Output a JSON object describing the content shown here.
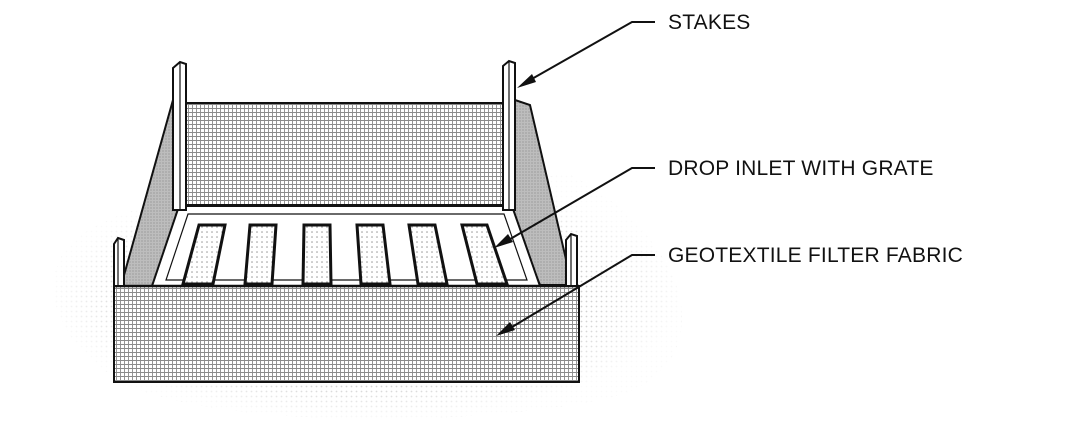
{
  "labels": {
    "stakes": "STAKES",
    "drop_inlet": "DROP INLET WITH GRATE",
    "geotextile": "GEOTEXTILE FILTER FABRIC"
  },
  "colors": {
    "line": "#111111",
    "fabric_mesh": "#8a8a8a",
    "ground_dots": "#cfcfcf",
    "grate_dots": "#9a9a9a",
    "side_fill": "#cfcfcf",
    "background": "#ffffff"
  }
}
